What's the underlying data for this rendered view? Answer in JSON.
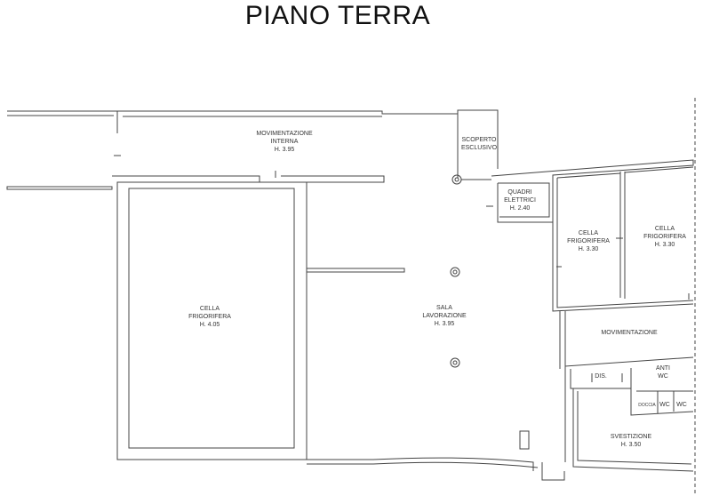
{
  "title": "PIANO TERRA",
  "rooms": [
    {
      "id": "movimentazione-interna",
      "lines": [
        "MOVIMENTAZIONE",
        "INTERNA",
        "H. 3.95"
      ]
    },
    {
      "id": "scoperto-esclusivo",
      "lines": [
        "SCOPERTO",
        "ESCLUSIVO"
      ]
    },
    {
      "id": "quadri-elettrici",
      "lines": [
        "QUADRI",
        "ELETTRICI",
        "H. 2.40"
      ]
    },
    {
      "id": "cella-frigorifera-1",
      "lines": [
        "CELLA",
        "FRIGORIFERA",
        "H. 3.30"
      ]
    },
    {
      "id": "cella-frigorifera-2",
      "lines": [
        "CELLA",
        "FRIGORIFERA",
        "H. 3.30"
      ]
    },
    {
      "id": "cella-frigorifera-main",
      "lines": [
        "CELLA",
        "FRIGORIFERA",
        "H. 4.05"
      ]
    },
    {
      "id": "sala-lavorazione",
      "lines": [
        "SALA",
        "LAVORAZIONE",
        "H. 3.95"
      ]
    },
    {
      "id": "movimentazione",
      "lines": [
        "MOVIMENTAZIONE"
      ]
    },
    {
      "id": "dis",
      "lines": [
        "DIS."
      ]
    },
    {
      "id": "anti-wc",
      "lines": [
        "ANTI",
        "WC"
      ]
    },
    {
      "id": "doccia",
      "lines": [
        "DOCCIA"
      ]
    },
    {
      "id": "wc-1",
      "lines": [
        "WC"
      ]
    },
    {
      "id": "wc-2",
      "lines": [
        "WC"
      ]
    },
    {
      "id": "svestizione",
      "lines": [
        "SVESTIZIONE",
        "H. 3.50"
      ]
    }
  ]
}
